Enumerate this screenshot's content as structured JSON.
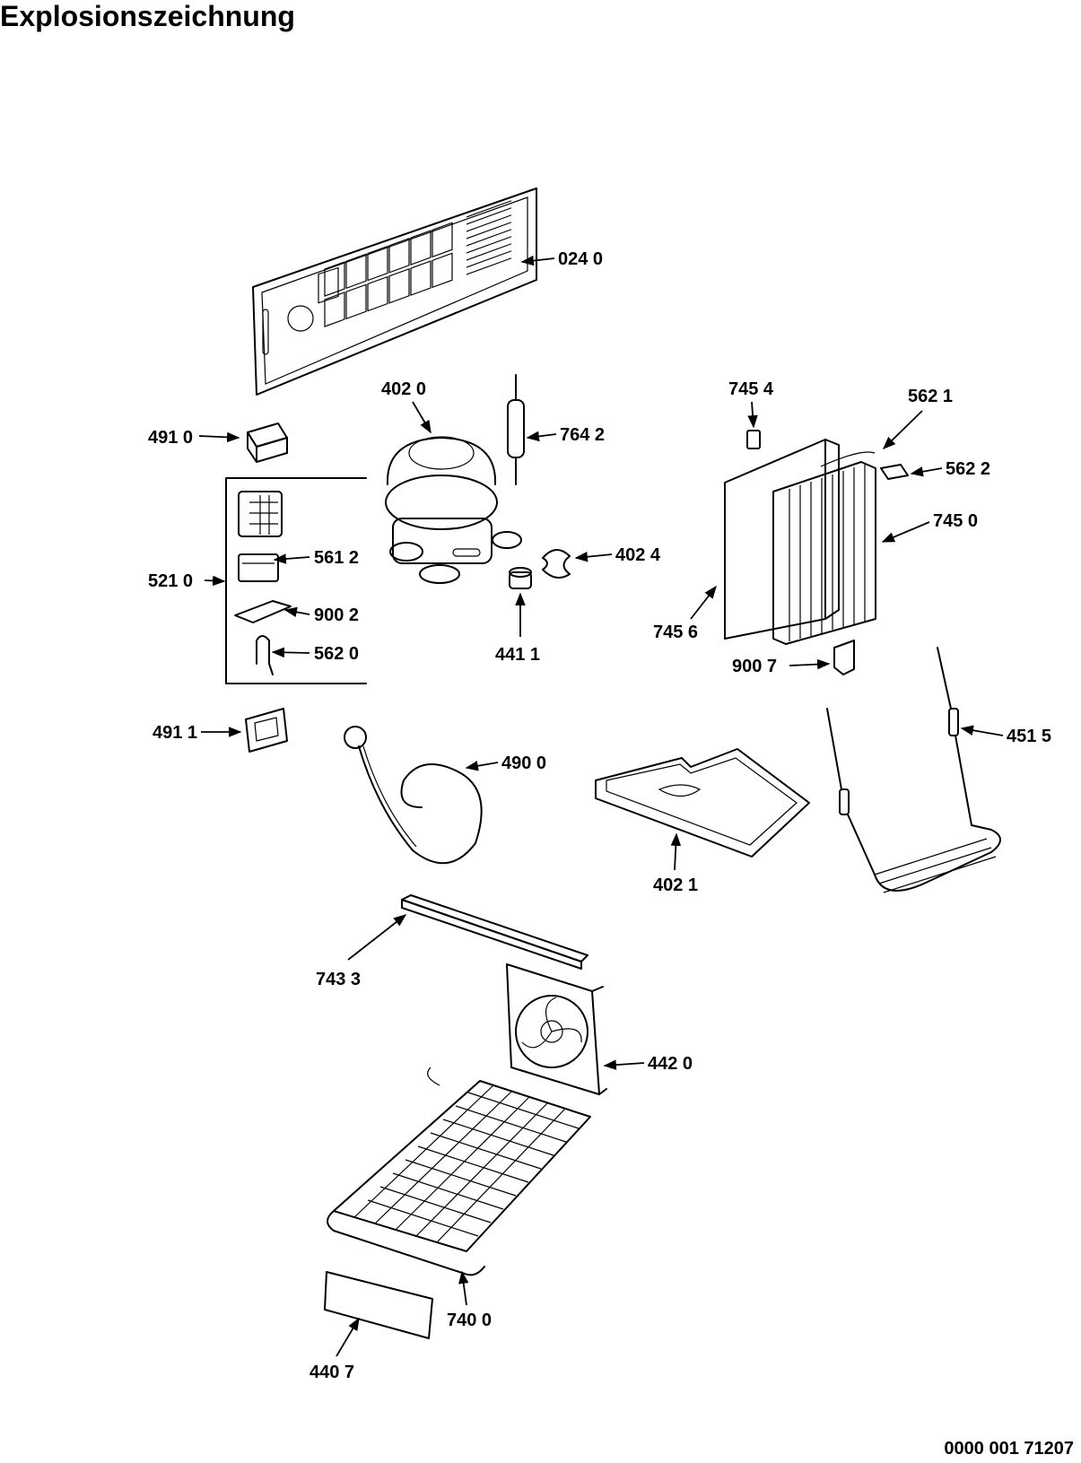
{
  "title": "Explosionszeichnung",
  "document_number": "0000 001 71207",
  "labels": {
    "p0240": "024 0",
    "p4020": "402 0",
    "p7642": "764 2",
    "p7454": "745 4",
    "p5621": "562 1",
    "p5622": "562 2",
    "p7450": "745 0",
    "p4910": "491 0",
    "p5210": "521 0",
    "p5612": "561 2",
    "p9002": "900 2",
    "p5620": "562 0",
    "p4024": "402 4",
    "p4411": "441 1",
    "p7456": "745 6",
    "p9007": "900 7",
    "p4911": "491 1",
    "p4900": "490 0",
    "p4021": "402 1",
    "p4515": "451 5",
    "p7433": "743 3",
    "p4420": "442 0",
    "p7400": "740 0",
    "p4407": "440 7"
  }
}
